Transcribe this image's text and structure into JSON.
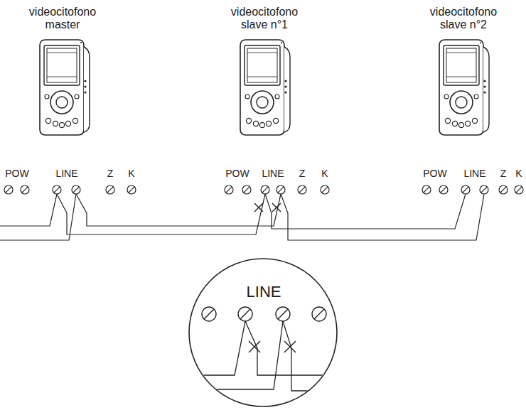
{
  "diagram": {
    "labels": [
      "videocitofono master",
      "videocitofono slave n°1",
      "videocitofono slave n°2",
      "POW",
      "LINE",
      "Z",
      "K",
      "POW",
      "LINE",
      "Z",
      "K",
      "POW",
      "LINE",
      "Z",
      "K",
      "LINE"
    ]
  }
}
